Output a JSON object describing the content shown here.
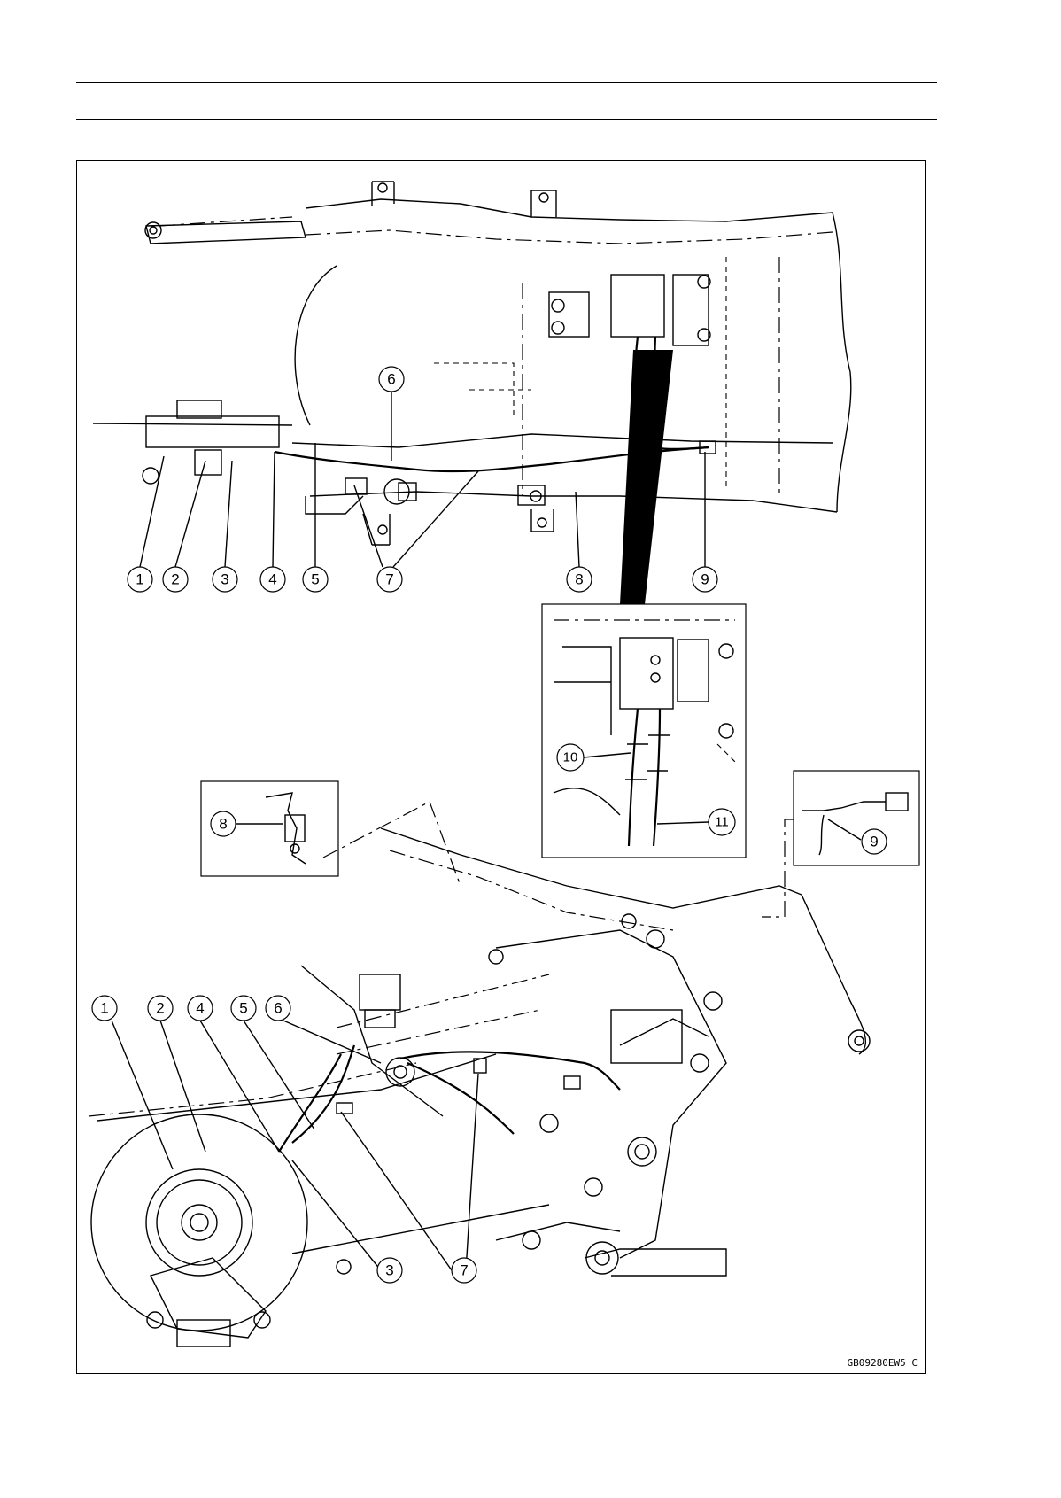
{
  "figure": {
    "code": "GB09280EW5 C",
    "callouts_top": [
      "1",
      "2",
      "3",
      "4",
      "5",
      "6",
      "7",
      "8",
      "9"
    ],
    "callouts_inset": [
      "10",
      "11"
    ],
    "callouts_side": [
      "1",
      "2",
      "4",
      "5",
      "6",
      "3",
      "7",
      "7",
      "8",
      "9"
    ]
  }
}
